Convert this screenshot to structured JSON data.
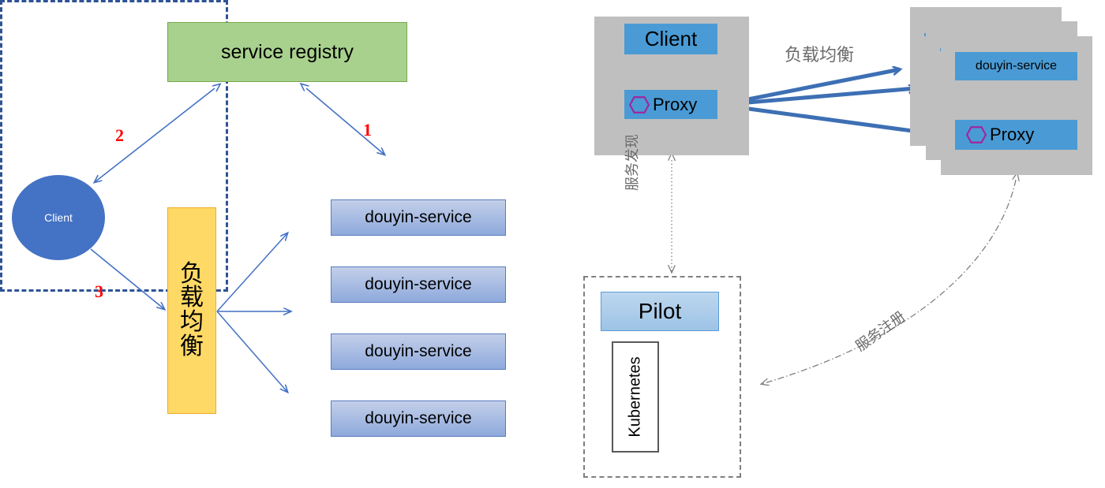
{
  "diagram": {
    "title_not_shown": "",
    "colors": {
      "registry_fill": "#a9d18e",
      "registry_border": "#76a94e",
      "client_circle_fill": "#4472c4",
      "load_balancer_fill": "#ffd966",
      "load_balancer_border": "#f0ac25",
      "service_box_fill_top": "#c3cfe9",
      "service_box_fill_bottom": "#8ea9dc",
      "service_box_border": "#5a7bc0",
      "dashed_group_border": "#2e5395",
      "thin_arrow": "#4472c4",
      "step_number": "#ff0000",
      "gray_panel": "#bfbfbf",
      "blue_box": "#4a9bd5",
      "hex_icon": "#a0269e",
      "thick_arrow": "#3d6fb4",
      "dotted_arrow": "#808080",
      "pilot_fill_top": "#bdd7ee",
      "pilot_fill_bottom": "#9dc3e6",
      "pilot_border": "#5b9bd5",
      "kubernetes_border": "#595959",
      "cn_label_text": "#6b6b6b"
    }
  },
  "left_diagram": {
    "registry": {
      "label": "service registry"
    },
    "client": {
      "label": "Client"
    },
    "load_balancer": {
      "label": "负载均衡",
      "chars": [
        "负",
        "载",
        "均",
        "衡"
      ]
    },
    "service_group": {
      "services": [
        {
          "label": "douyin-service"
        },
        {
          "label": "douyin-service"
        },
        {
          "label": "douyin-service"
        },
        {
          "label": "douyin-service"
        }
      ]
    },
    "steps": [
      {
        "number": "1"
      },
      {
        "number": "2"
      },
      {
        "number": "3"
      }
    ]
  },
  "right_diagram": {
    "client_pod": {
      "app_label": "Client",
      "proxy_label": "Proxy",
      "proxy_icon": "hexagon-icon"
    },
    "service_pod": {
      "app_label": "douyin-service",
      "proxy_label": "Proxy",
      "proxy_icon": "hexagon-icon",
      "replica_count": 3
    },
    "control_plane": {
      "pilot_label": "Pilot",
      "platform_label": "Kubernetes"
    },
    "annotations": {
      "load_balance": "负载均衡",
      "service_discovery": "服务发现",
      "service_register": "服务注册"
    }
  }
}
